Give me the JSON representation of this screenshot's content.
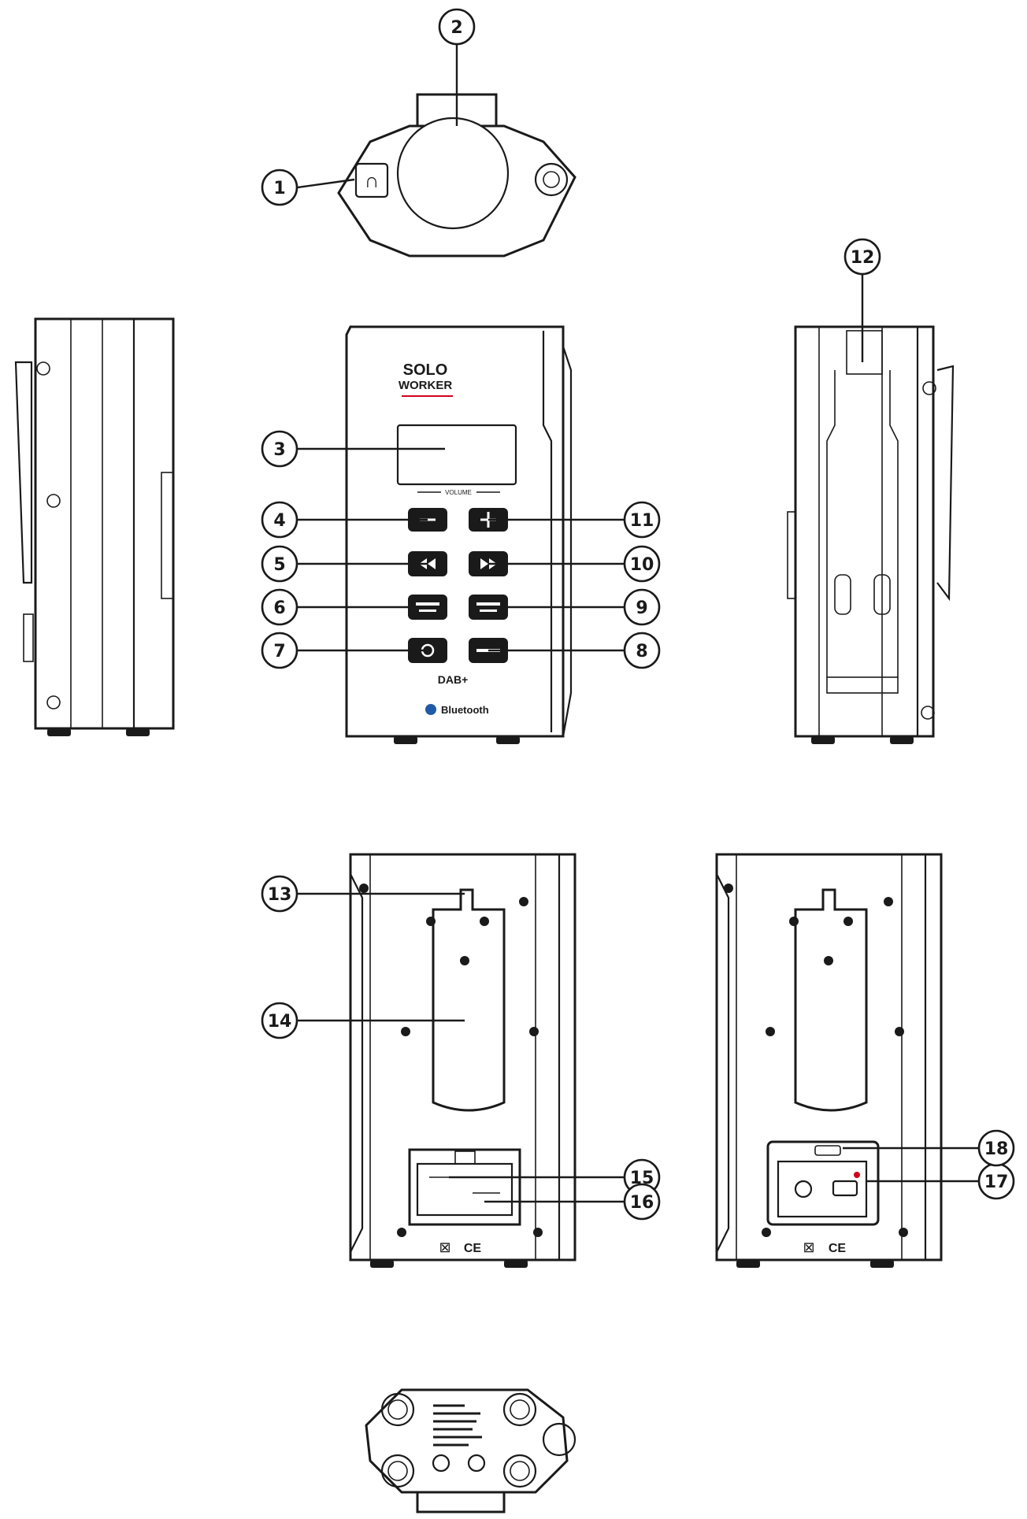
{
  "callouts": [
    "1",
    "2",
    "3",
    "4",
    "5",
    "6",
    "7",
    "8",
    "9",
    "10",
    "11",
    "12",
    "13",
    "14",
    "15",
    "16",
    "17",
    "18"
  ],
  "front_panel": {
    "brand_line1": "SOLO",
    "brand_line2": "WORKER",
    "volume_label": "VOLUME",
    "dab_logo": "DAB+",
    "bluetooth_logo": "Bluetooth"
  },
  "colors": {
    "line": "#1a1a1a",
    "accent": "#d0021b",
    "bluetooth": "#1e5aa8"
  },
  "icons": [
    "headphone-jack-icon",
    "recycle-bin-icon",
    "ce-mark-icon",
    "bluetooth-icon",
    "screw-icon",
    "power-led-icon"
  ]
}
